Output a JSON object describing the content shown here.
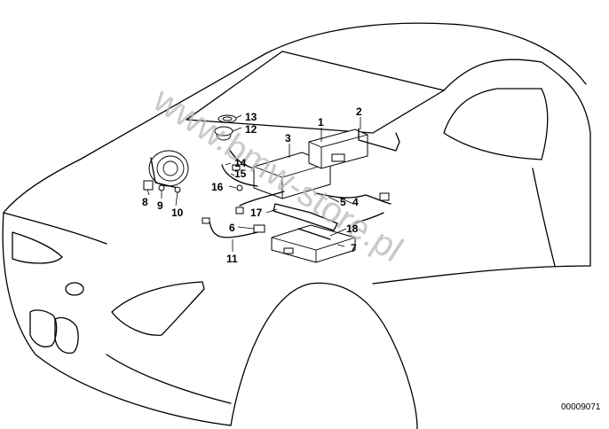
{
  "diagram": {
    "callouts": [
      {
        "id": "c1",
        "label": "1"
      },
      {
        "id": "c2",
        "label": "2"
      },
      {
        "id": "c3",
        "label": "3"
      },
      {
        "id": "c4",
        "label": "4"
      },
      {
        "id": "c5",
        "label": "5"
      },
      {
        "id": "c6",
        "label": "6"
      },
      {
        "id": "c7",
        "label": "7"
      },
      {
        "id": "c8",
        "label": "8"
      },
      {
        "id": "c9",
        "label": "9"
      },
      {
        "id": "c10",
        "label": "10"
      },
      {
        "id": "c11",
        "label": "11"
      },
      {
        "id": "c12",
        "label": "12"
      },
      {
        "id": "c13",
        "label": "13"
      },
      {
        "id": "c14",
        "label": "14"
      },
      {
        "id": "c15",
        "label": "15"
      },
      {
        "id": "c16",
        "label": "16"
      },
      {
        "id": "c17",
        "label": "17"
      },
      {
        "id": "c18",
        "label": "18"
      }
    ],
    "watermark": "www.bmw-store.pl",
    "reference_number": "00009071"
  }
}
